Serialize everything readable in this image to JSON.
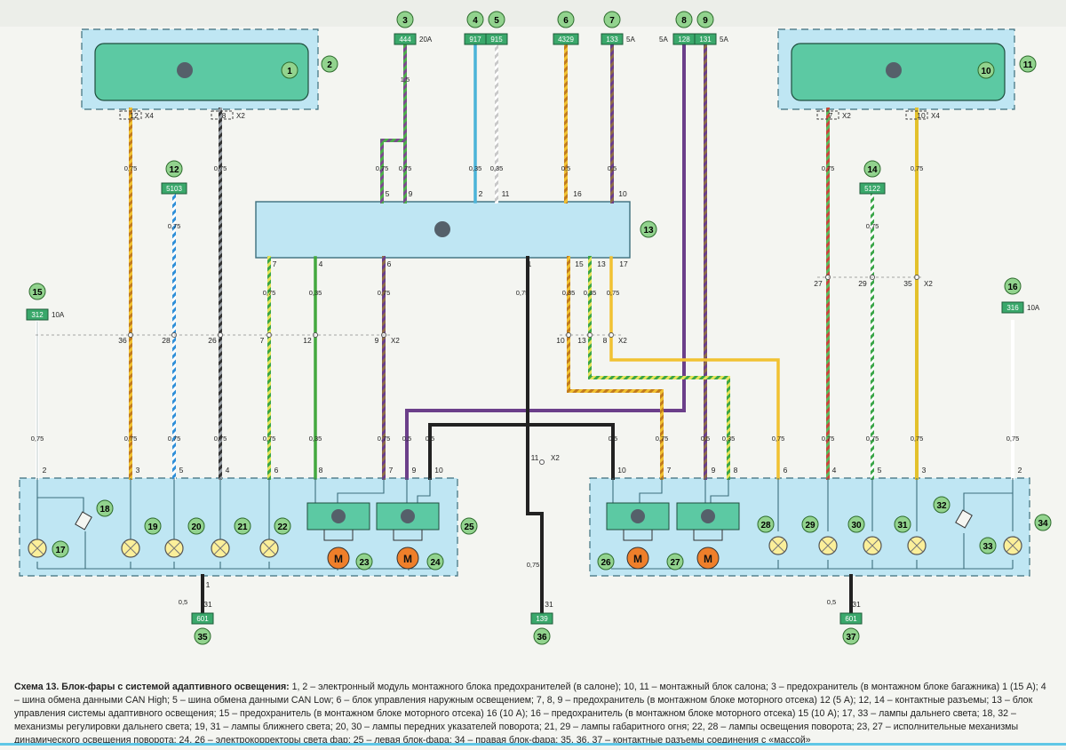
{
  "callouts": [
    {
      "n": "1",
      "name": "callout-1"
    },
    {
      "n": "2",
      "name": "callout-2"
    },
    {
      "n": "3",
      "name": "callout-3"
    },
    {
      "n": "4",
      "name": "callout-4"
    },
    {
      "n": "5",
      "name": "callout-5"
    },
    {
      "n": "6",
      "name": "callout-6"
    },
    {
      "n": "7",
      "name": "callout-7"
    },
    {
      "n": "8",
      "name": "callout-8"
    },
    {
      "n": "9",
      "name": "callout-9"
    },
    {
      "n": "10",
      "name": "callout-10"
    },
    {
      "n": "11",
      "name": "callout-11"
    },
    {
      "n": "12",
      "name": "callout-12"
    },
    {
      "n": "13",
      "name": "callout-13"
    },
    {
      "n": "14",
      "name": "callout-14"
    },
    {
      "n": "15",
      "name": "callout-15"
    },
    {
      "n": "16",
      "name": "callout-16"
    },
    {
      "n": "17",
      "name": "callout-17"
    },
    {
      "n": "18",
      "name": "callout-18"
    },
    {
      "n": "19",
      "name": "callout-19"
    },
    {
      "n": "20",
      "name": "callout-20"
    },
    {
      "n": "21",
      "name": "callout-21"
    },
    {
      "n": "22",
      "name": "callout-22"
    },
    {
      "n": "23",
      "name": "callout-23"
    },
    {
      "n": "24",
      "name": "callout-24"
    },
    {
      "n": "25",
      "name": "callout-25"
    },
    {
      "n": "26",
      "name": "callout-26"
    },
    {
      "n": "27",
      "name": "callout-27"
    },
    {
      "n": "28",
      "name": "callout-28"
    },
    {
      "n": "29",
      "name": "callout-29"
    },
    {
      "n": "30",
      "name": "callout-30"
    },
    {
      "n": "31",
      "name": "callout-31"
    },
    {
      "n": "32",
      "name": "callout-32"
    },
    {
      "n": "33",
      "name": "callout-33"
    },
    {
      "n": "34",
      "name": "callout-34"
    },
    {
      "n": "35",
      "name": "callout-35"
    },
    {
      "n": "36",
      "name": "callout-36"
    },
    {
      "n": "37",
      "name": "callout-37"
    }
  ],
  "fuse_tags": [
    "444",
    "917",
    "915",
    "4329",
    "133",
    "128",
    "131",
    "5103",
    "5122",
    "312",
    "316",
    "601",
    "139",
    "601"
  ],
  "fuse_ratings": [
    "20A",
    "5A",
    "5A",
    "5A",
    "10A",
    "10A"
  ],
  "connector_labels": [
    "X4",
    "X2",
    "X2",
    "X4",
    "X2",
    "X2",
    "X2",
    "X2"
  ],
  "wire_sizes": [
    "0,75",
    "0,35",
    "0,5",
    "1,5"
  ],
  "pin_numbers": [
    "12",
    "8",
    "7",
    "10",
    "5",
    "9",
    "2",
    "11",
    "16",
    "10",
    "7",
    "4",
    "6",
    "1",
    "15",
    "13",
    "17",
    "36",
    "28",
    "26",
    "7",
    "12",
    "9",
    "10",
    "13",
    "8",
    "27",
    "29",
    "35",
    "2",
    "3",
    "5",
    "4",
    "6",
    "8",
    "7",
    "9",
    "10",
    "10",
    "7",
    "9",
    "8",
    "6",
    "4",
    "5",
    "3",
    "2",
    "1",
    "31",
    "11"
  ],
  "caption": {
    "title": "Схема 13. Блок-фары с системой адаптивного освещения:",
    "text": " 1, 2 – электронный модуль монтажного блока предохранителей (в салоне); 10, 11 – монтажный блок салона; 3 – предохранитель (в монтажном блоке багажника) 1 (15 A); 4 – шина обмена данными CAN High; 5 – шина обмена данными CAN Low; 6 – блок управления наружным освещением; 7, 8, 9 – предохранитель (в монтажном блоке моторного отсека) 12 (5 A); 12, 14 – контактные разъемы; 13 – блок управления системы адаптивного освещения; 15 – предохранитель (в монтажном блоке моторного отсека) 16 (10 A); 16 – предохранитель (в монтажном блоке моторного отсека) 15 (10 A); 17, 33 – лампы дальнего света; 18, 32 – механизмы регулировки дальнего света; 19, 31 – лампы ближнего света; 20, 30 – лампы передних указателей поворота; 21, 29 – лампы габаритного огня; 22, 28 – лампы освещения поворота; 23, 27 – исполнительные механизмы динамического освещения поворота; 24, 26 – электрокорректоры света фар; 25 – левая блок-фара; 34 – правая блок-фара; 35, 36, 37 – контактные разъемы соединения с «массой»"
  },
  "colors": {
    "panel_cyan": "#bfe6f3",
    "module_green": "#5cc9a3",
    "callout_green": "#92d38e",
    "tag_green": "#3aa86b",
    "lamp_yellow": "#fbef9a",
    "motor_orange": "#ef7f2a"
  }
}
